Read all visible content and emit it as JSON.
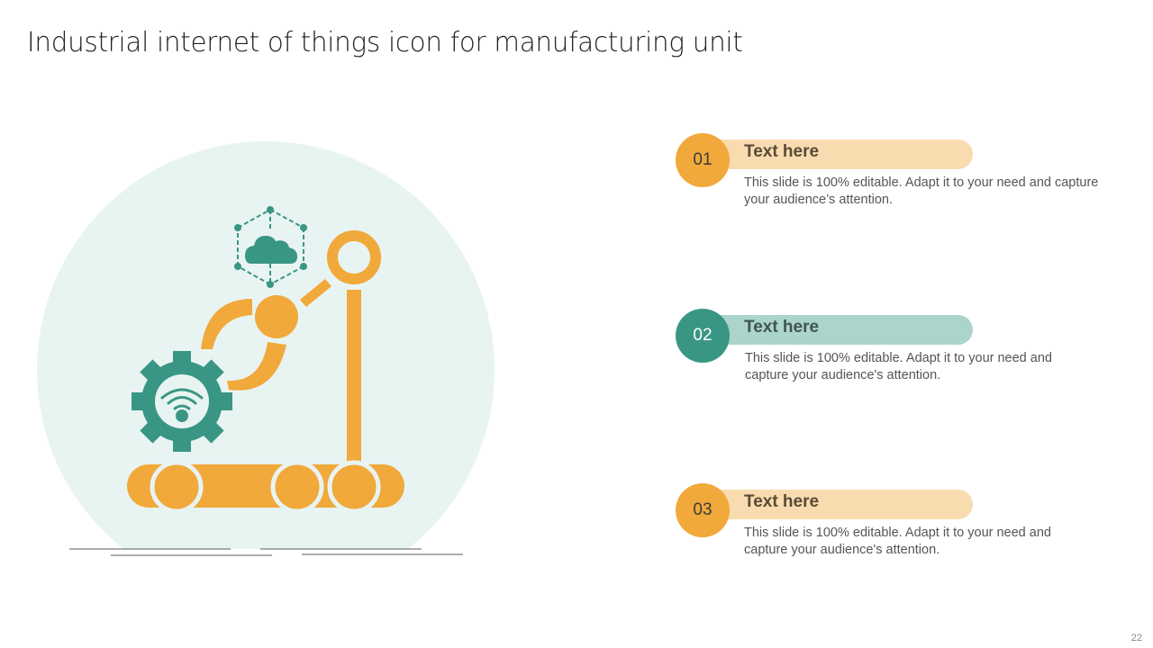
{
  "slide": {
    "title": "Industrial internet of things icon for manufacturing unit",
    "page_number": "22"
  },
  "illustration": {
    "icons": [
      "robotic-arm-icon",
      "cloud-network-icon",
      "wifi-gear-icon",
      "conveyor-belt-icon"
    ],
    "colors": {
      "background_circle": "#e8f4f2",
      "orange": "#f0a93a",
      "teal": "#3a9684"
    }
  },
  "items": [
    {
      "number": "01",
      "title": "Text here",
      "description": "This slide is 100% editable. Adapt it to your need and capture your audience’s attention.",
      "circle_color": "#f0a93a",
      "pill_color": "#f8dcb0",
      "number_color": "#3b3b3b"
    },
    {
      "number": "02",
      "title": "Text here",
      "description": "This slide is 100% editable. Adapt it to your need and capture your audience's attention.",
      "circle_color": "#3a9684",
      "pill_color": "#abd4cb",
      "number_color": "#ffffff"
    },
    {
      "number": "03",
      "title": "Text here",
      "description": "This slide is 100% editable. Adapt it to your need and capture your audience's attention.",
      "circle_color": "#f0a93a",
      "pill_color": "#f8dcb0",
      "number_color": "#3b3b3b"
    }
  ]
}
